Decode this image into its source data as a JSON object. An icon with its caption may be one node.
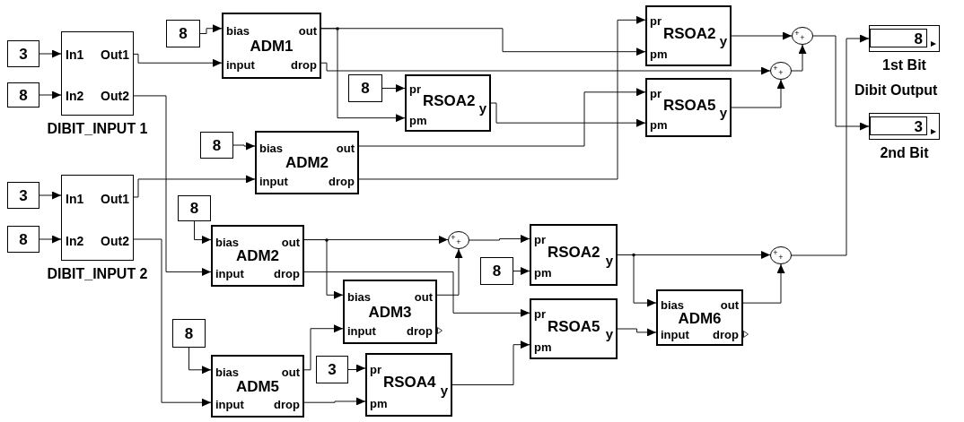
{
  "diagram": {
    "nodes": [
      {
        "text": [
          "3"
        ]
      },
      {
        "text": [
          "8"
        ]
      },
      {
        "text": [
          "In1",
          "Out1",
          "In2",
          "Out2"
        ],
        "beside": [
          "DIBIT_INPUT 1"
        ]
      },
      {
        "text": [
          "8"
        ]
      },
      {
        "text": [
          "bias",
          "out",
          "ADM1",
          "input",
          "drop"
        ]
      },
      {
        "text": [
          "8"
        ]
      },
      {
        "text": [
          "pr",
          "RSOA2",
          "y",
          "pm"
        ]
      },
      {
        "text": [
          "8"
        ]
      },
      {
        "text": [
          "bias",
          "out",
          "ADM2",
          "input",
          "drop"
        ]
      },
      {
        "text": [
          "pr",
          "RSOA2",
          "y",
          "pm"
        ]
      },
      {
        "text": [
          "pr",
          "RSOA5",
          "y",
          "pm"
        ]
      },
      {
        "text": [
          "+",
          "+"
        ]
      },
      {
        "text": [
          "+",
          "+"
        ]
      },
      {
        "text": [
          "8"
        ],
        "beside": [
          "1st Bit"
        ]
      },
      {
        "text": [
          "3"
        ],
        "beside": [
          "2nd Bit"
        ]
      },
      {
        "text": [
          "3"
        ]
      },
      {
        "text": [
          "8"
        ]
      },
      {
        "text": [
          "In1",
          "Out1",
          "In2",
          "Out2"
        ],
        "beside": [
          "DIBIT_INPUT 2"
        ]
      },
      {
        "text": [
          "8"
        ]
      },
      {
        "text": [
          "bias",
          "out",
          "ADM2",
          "input",
          "drop"
        ]
      },
      {
        "text": [
          "bias",
          "out",
          "ADM3",
          "input",
          "drop"
        ]
      },
      {
        "text": [
          "+",
          "+"
        ]
      },
      {
        "text": [
          "pr",
          "RSOA2",
          "y",
          "pm"
        ]
      },
      {
        "text": [
          "8"
        ]
      },
      {
        "text": [
          "pr",
          "RSOA5",
          "y",
          "pm"
        ]
      },
      {
        "text": [
          "bias",
          "out",
          "ADM6",
          "input",
          "drop"
        ]
      },
      {
        "text": [
          "+",
          "+"
        ]
      },
      {
        "text": [
          "8"
        ]
      },
      {
        "text": [
          "bias",
          "out",
          "ADM5",
          "input",
          "drop"
        ]
      },
      {
        "text": [
          "3"
        ]
      },
      {
        "text": [
          "pr",
          "RSOA4",
          "y",
          "pm"
        ]
      }
    ],
    "edges": [
      {
        "from": 0,
        "to": 2,
        "arrow": "to"
      },
      {
        "from": 1,
        "to": 2,
        "arrow": "to"
      },
      {
        "from": 2,
        "to": 4,
        "arrow": "to"
      },
      {
        "from": 3,
        "to": 4,
        "arrow": "to"
      },
      {
        "from": 4,
        "to": 9,
        "arrow": "to"
      },
      {
        "from": 4,
        "to": 6,
        "arrow": "to"
      },
      {
        "from": 5,
        "to": 6,
        "arrow": "to"
      },
      {
        "from": 4,
        "to": 12,
        "arrow": "to"
      },
      {
        "from": 6,
        "to": 10,
        "arrow": "to"
      },
      {
        "from": 8,
        "to": 10,
        "arrow": "to"
      },
      {
        "from": 8,
        "to": 9,
        "arrow": "to"
      },
      {
        "from": 7,
        "to": 8,
        "arrow": "to"
      },
      {
        "from": 2,
        "to": 19,
        "arrow": "to"
      },
      {
        "from": 9,
        "to": 11,
        "arrow": "to"
      },
      {
        "from": 10,
        "to": 12,
        "arrow": "to"
      },
      {
        "from": 12,
        "to": 11,
        "arrow": "to"
      },
      {
        "from": 11,
        "to": 14,
        "arrow": "to"
      },
      {
        "from": 26,
        "to": 13,
        "arrow": "to"
      },
      {
        "from": 15,
        "to": 17,
        "arrow": "to"
      },
      {
        "from": 16,
        "to": 17,
        "arrow": "to"
      },
      {
        "from": 17,
        "to": 8,
        "arrow": "to"
      },
      {
        "from": 17,
        "to": 28,
        "arrow": "to"
      },
      {
        "from": 18,
        "to": 19,
        "arrow": "to"
      },
      {
        "from": 19,
        "to": 21,
        "arrow": "to"
      },
      {
        "from": 19,
        "to": 20,
        "arrow": "to"
      },
      {
        "from": 19,
        "to": 24,
        "arrow": "to"
      },
      {
        "from": 20,
        "to": 21,
        "arrow": "to"
      },
      {
        "from": 21,
        "to": 22,
        "arrow": "to"
      },
      {
        "from": 23,
        "to": 22,
        "arrow": "to"
      },
      {
        "from": 22,
        "to": 26,
        "arrow": "to"
      },
      {
        "from": 22,
        "to": 25,
        "arrow": "to"
      },
      {
        "from": 24,
        "to": 25,
        "arrow": "to"
      },
      {
        "from": 25,
        "to": 26,
        "arrow": "to"
      },
      {
        "from": 27,
        "to": 28,
        "arrow": "to"
      },
      {
        "from": 28,
        "to": 20,
        "arrow": "to"
      },
      {
        "from": 28,
        "to": 30,
        "arrow": "to"
      },
      {
        "from": 29,
        "to": 30,
        "arrow": "to"
      },
      {
        "from": 30,
        "to": 24,
        "arrow": "to"
      }
    ],
    "labels": [
      "Dibit Output"
    ]
  }
}
